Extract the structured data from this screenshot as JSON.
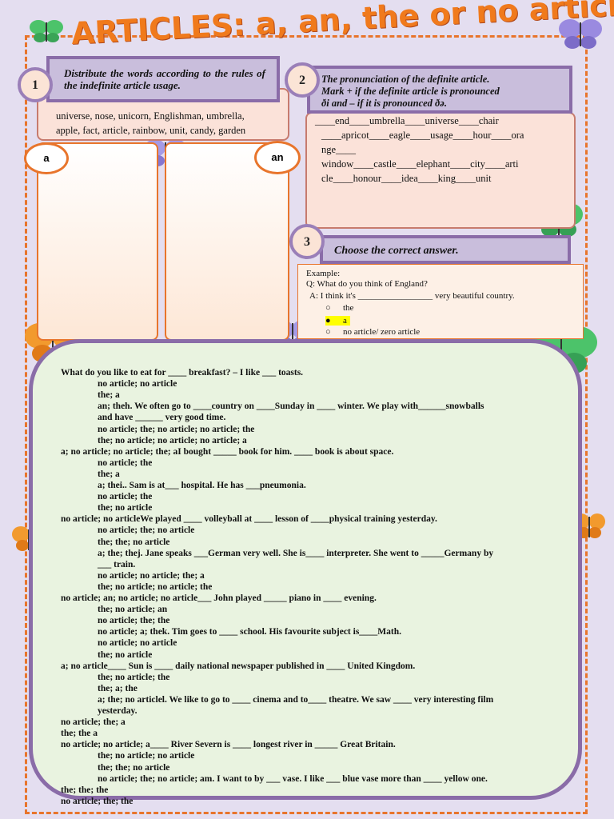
{
  "title": "ARTICLES: a, an, the or no article",
  "section1": {
    "number": "1",
    "heading": "Distribute the words according to the rules of the indefinite article usage.",
    "words_line1": "universe, nose, unicorn, Englishman, umbrella,",
    "words_line2": "apple, fact, article, rainbow, unit, candy, garden",
    "col_a_label": "a",
    "col_an_label": "an"
  },
  "section2": {
    "number": "2",
    "heading_line1": "The pronunciation of the definite article.",
    "heading_line2": "Mark + if the definite article is pronounced",
    "heading_line3": "ði and – if it is pronounced ðə.",
    "lines": [
      "____end____umbrella____universe____chair",
      "____apricot____eagle____usage____hour____ora",
      "nge____",
      "window____castle____elephant____city____arti",
      "cle____honour____idea____king____unit"
    ]
  },
  "section3": {
    "number": "3",
    "heading": "Choose the correct answer.",
    "example_label": "Example:",
    "example_q": "Q: What do you think of England?",
    "example_a": "A: I think it's _________________ very beautiful country.",
    "options": [
      "the",
      "a",
      "no article/ zero article"
    ]
  },
  "exercise_lines": [
    "What do you like to eat for ____ breakfast? – I like ___ toasts.",
    "no article; no article",
    "the; a",
    "an; theh.  We often go to ____country on ____Sunday in ____ winter. We play with______snowballs",
    "and have ______ very good time.",
    "no article; the; no article; no article; the",
    "the; no article; no article; no article; a",
    "a; no article; no article; the; aI bought _____ book for him. ____ book is about space.",
    "no article; the",
    "the; a",
    "a; thei.. Sam  is at___ hospital. He has ___pneumonia.",
    "no article; the",
    "the; no article",
    "no article; no articleWe played ____ volleyball at ____ lesson of ____physical training yesterday.",
    "no article; the; no article",
    "the; the; no article",
    "a; the; thej. Jane speaks ___German very well. She is____ interpreter. She went to _____Germany by",
    "___ train.",
    "no article; no article; the; a",
    "the; no article; no article; the",
    "no article; an; no article; no article___ John  played _____ piano  in ____ evening.",
    "the; no article; an",
    "no article; the; the",
    "no article; a; thek. Tim goes to ____ school. His favourite subject is____Math.",
    "no article; no article",
    "the; no article",
    "a; no article____ Sun is ____ daily national newspaper published in ____ United Kingdom.",
    "the; no article; the",
    "the; a; the",
    "a; the; no articlel. We like to go to ____ cinema and to____ theatre. We saw ____ very interesting film",
    "yesterday.",
    "no article; the; a",
    "the; the a",
    "no article; no article; a____ River Severn is ____ longest river in _____ Great Britain.",
    "the; no article; no article",
    "the; the; no article",
    "no article; the; no article; am. I want to by ___ vase. I like ___ blue vase more than ____ yellow one.",
    "the; the; the",
    "no article; the; the"
  ],
  "colors": {
    "orange": "#e8752c",
    "purple": "#8a6ca8",
    "green_bg": "#e9f3e0"
  }
}
